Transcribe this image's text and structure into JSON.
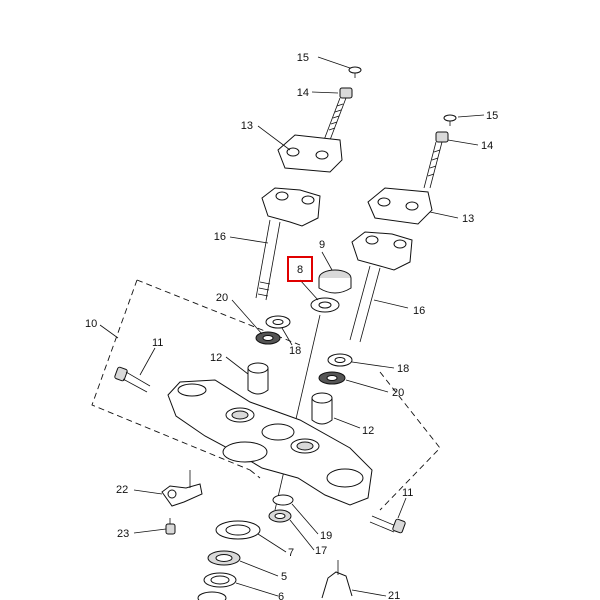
{
  "diagram": {
    "callouts": {
      "c15a": "15",
      "c14a": "14",
      "c15b": "15",
      "c14b": "14",
      "c13a": "13",
      "c13b": "13",
      "c16a": "16",
      "c16b": "16",
      "c9": "9",
      "c8": "8",
      "c20a": "20",
      "c20b": "20",
      "c18a": "18",
      "c18b": "18",
      "c10": "10",
      "c11a": "11",
      "c11b": "11",
      "c12a": "12",
      "c12b": "12",
      "c22": "22",
      "c23": "23",
      "c19": "19",
      "c17": "17",
      "c7": "7",
      "c5": "5",
      "c6": "6",
      "c21": "21"
    },
    "highlight_color": "#e00000"
  }
}
